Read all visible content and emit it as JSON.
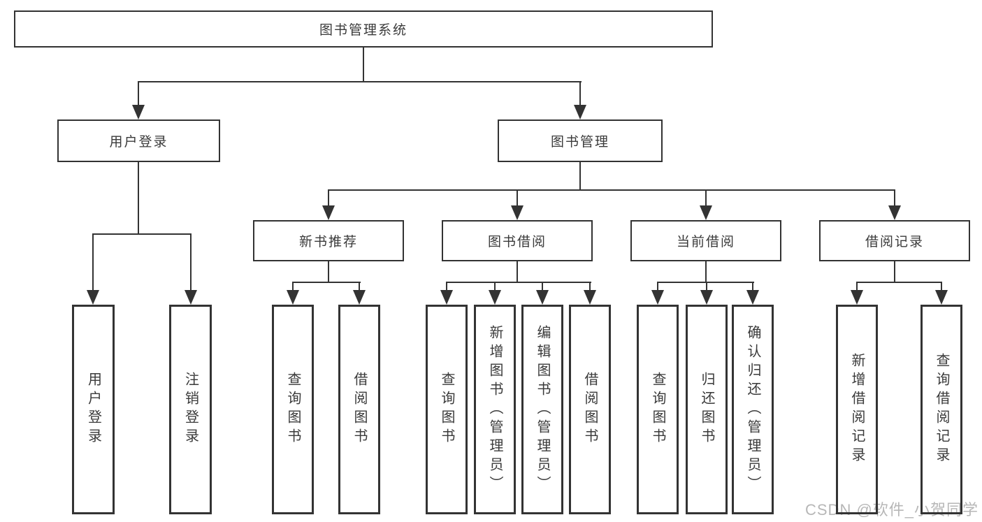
{
  "colors": {
    "line": "#333333",
    "text": "#3a3a3a",
    "background": "#ffffff",
    "watermark": "#b7b7b7"
  },
  "watermark": {
    "text": "CSDN @软件_小贺同学"
  },
  "tree": {
    "root": {
      "label": "图书管理系统"
    },
    "branches": [
      {
        "label": "用户登录",
        "children": [
          {
            "label": "用户登录"
          },
          {
            "label": "注销登录"
          }
        ]
      },
      {
        "label": "图书管理",
        "sections": [
          {
            "label": "新书推荐",
            "children": [
              {
                "label": "查询图书"
              },
              {
                "label": "借阅图书"
              }
            ]
          },
          {
            "label": "图书借阅",
            "children": [
              {
                "label": "查询图书"
              },
              {
                "label": "新增图书（管理员）"
              },
              {
                "label": "编辑图书（管理员）"
              },
              {
                "label": "借阅图书"
              }
            ]
          },
          {
            "label": "当前借阅",
            "children": [
              {
                "label": "查询图书"
              },
              {
                "label": "归还图书"
              },
              {
                "label": "确认归还（管理员）"
              }
            ]
          },
          {
            "label": "借阅记录",
            "children": [
              {
                "label": "新增借阅记录"
              },
              {
                "label": "查询借阅记录"
              }
            ]
          }
        ]
      }
    ]
  }
}
